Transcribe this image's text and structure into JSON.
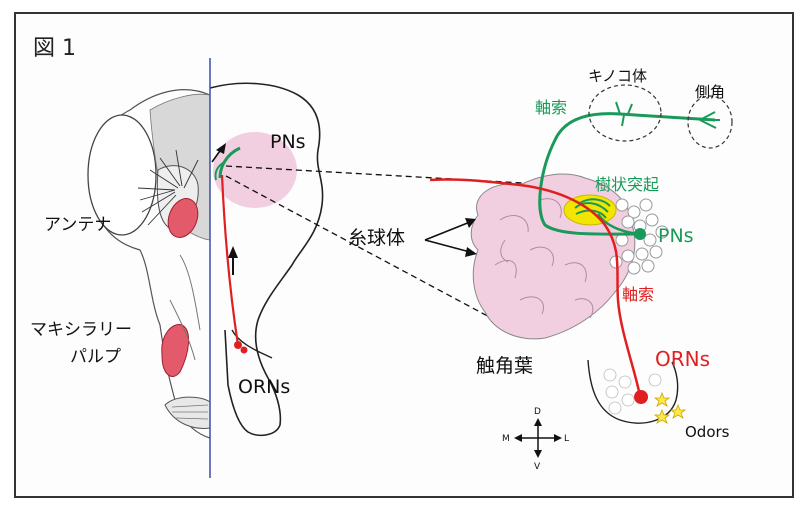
{
  "figure": {
    "label": "図 1",
    "colors": {
      "pn": "#1a9a5a",
      "orn": "#e02020",
      "lobe": "#f2cfe0",
      "midline": "#3a4fa8",
      "glomerulus_highlight": "#f2e600",
      "star": "#ffe84a"
    }
  },
  "left_panel": {
    "antenna_label": "アンテナ",
    "maxillary_label_line1": "マキシラリー",
    "maxillary_label_line2": "パルプ",
    "pns_label": "PNs",
    "orns_label": "ORNs"
  },
  "right_panel": {
    "mushroom_body_label": "キノコ体",
    "lateral_horn_label": "側角",
    "axon_pn_label": "軸索",
    "dendrite_label": "樹状突起",
    "pns_label": "PNs",
    "glomeruli_label": "糸球体",
    "axon_orn_label": "軸索",
    "antennal_lobe_label": "触角葉",
    "orns_label": "ORNs",
    "odors_label": "Odors"
  },
  "compass": {
    "dorsal": "D",
    "ventral": "V",
    "medial": "M",
    "lateral": "L"
  }
}
